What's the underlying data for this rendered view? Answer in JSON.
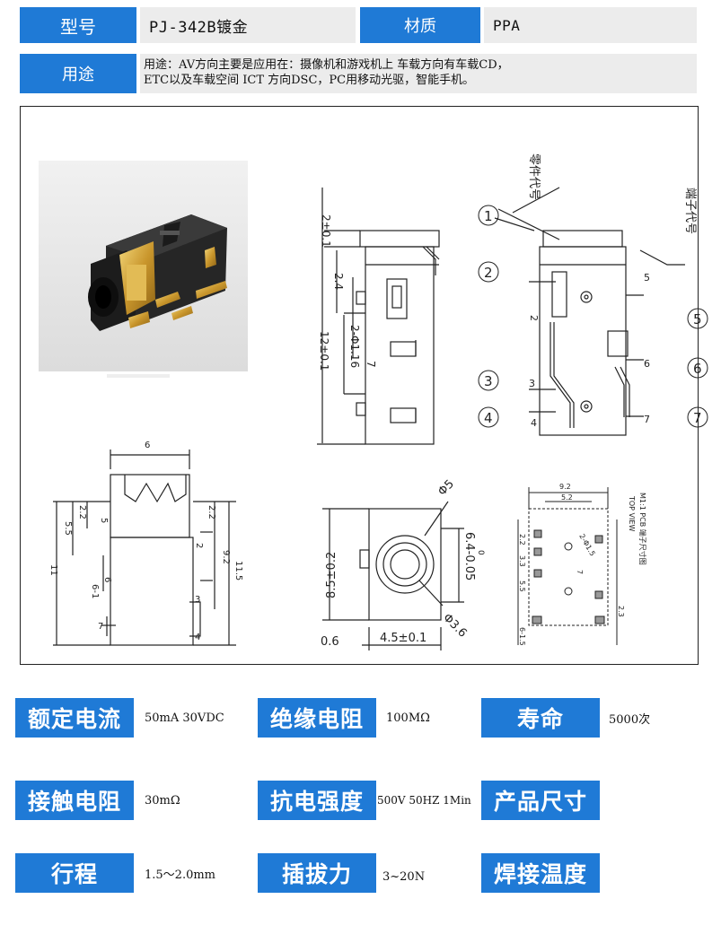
{
  "header": {
    "model_label": "型号",
    "model_value": "PJ-342B镀金",
    "material_label": "材质",
    "material_value": "PPA",
    "usage_label": "用途",
    "usage_line1": "用途：AV方向主要是应用在：摄像机和游戏机上 车载方向有车载CD，",
    "usage_line2": "ETC以及车载空间 ICT 方向DSC，PC用移动光驱，智能手机。"
  },
  "drawing": {
    "side": {
      "dim_top": "2±0.1",
      "dim_24": "2.4",
      "dim_hole": "2-Φ1.16",
      "dim_7": "7",
      "dim_12": "12±0.1"
    },
    "callouts": {
      "part_code": "零件代号",
      "terminal_code": "端子代号",
      "n1": "1",
      "n2": "2",
      "n3": "3",
      "n4": "4",
      "n5": "5",
      "n6": "6",
      "n7": "7"
    },
    "pin_labels": {
      "p2": "2",
      "p3": "3",
      "p4": "4",
      "p5": "5",
      "p6": "6",
      "p7": "7"
    },
    "bottom_left": {
      "dim_6": "6",
      "dim_22a": "2.2",
      "dim_22b": "2.2",
      "dim_55": "5.5",
      "dim_11": "11",
      "dim_92": "9.2",
      "dim_115": "11.5",
      "pin_5": "5",
      "pin_2": "2",
      "pin_6": "6",
      "pin_61": "6-1",
      "pin_3": "3",
      "pin_7": "7",
      "pin_4": "4"
    },
    "front": {
      "dim_h": "8.5±0.2",
      "dim_phi5": "Φ5",
      "dim_64": "6.4-0.05",
      "dim_64b": "0",
      "dim_phi36": "Φ3.6",
      "dim_06": "0.6",
      "dim_45": "4.5±0.1"
    },
    "pcb": {
      "dim_92": "9.2",
      "dim_52": "5.2",
      "side_text": "M1:1 PCB 端子尺寸图",
      "top_view": "TOP VIEW",
      "dim_22": "2.2",
      "dim_33": "3.3",
      "dim_55": "5.5",
      "dim_7": "7",
      "dim_23": "2.3",
      "dim_615": "6-1.5",
      "dim_2phi": "2-Φ1.5"
    }
  },
  "specs": [
    {
      "label": "额定电流",
      "value": "50mA 30VDC"
    },
    {
      "label": "绝缘电阻",
      "value": "100MΩ"
    },
    {
      "label": "寿命",
      "value": "5000次"
    },
    {
      "label": "接触电阻",
      "value": "30mΩ"
    },
    {
      "label": "抗电强度",
      "value": "500V 50HZ 1Min"
    },
    {
      "label": "产品尺寸",
      "value": ""
    },
    {
      "label": "行程",
      "value": "1.5～2.0mm"
    },
    {
      "label": "插拔力",
      "value": "3~20N"
    },
    {
      "label": "焊接温度",
      "value": ""
    }
  ],
  "colors": {
    "accent": "#1f7ad6",
    "grey": "#ececec"
  }
}
